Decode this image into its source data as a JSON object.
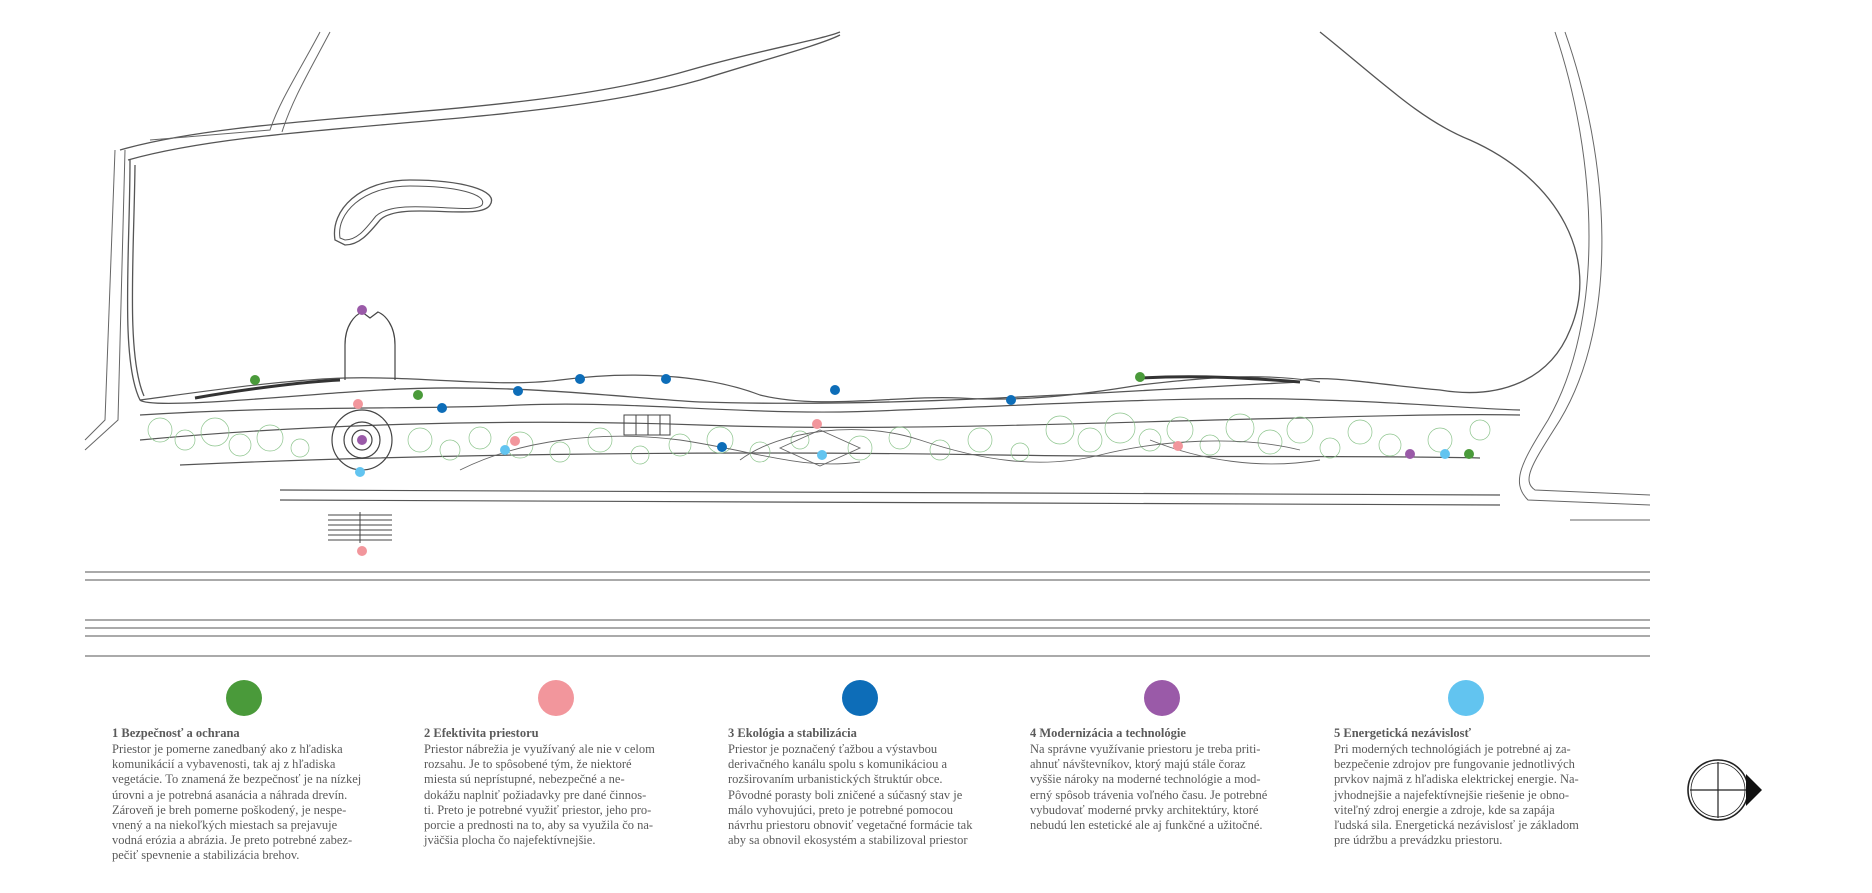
{
  "colors": {
    "green": "#4a9a3a",
    "pink": "#f2969c",
    "blue": "#0d6db8",
    "purple": "#9a5aa8",
    "cyan": "#62c4f0",
    "line": "#555555",
    "vegetation": "#8cc48c"
  },
  "legend": [
    {
      "color_key": "green",
      "title": "1 Bezpečnosť a ochrana",
      "text": "Priestor je pomerne zanedbaný ako z hľadiska\nkomunikácií a vybavenosti, tak aj z hľadiska\nvegetácie. To znamená že bezpečnosť je na nízkej\núrovni a je potrebná asanácia a náhrada drevín.\nZároveň je breh pomerne poškodený, je nespe-\nvnený a na niekoľkých miestach sa prejavuje\nvodná erózia a abrázia. Je preto potrebné zabez-\npečiť spevnenie a stabilizácia brehov."
    },
    {
      "color_key": "pink",
      "title": "2 Efektivita priestoru",
      "text": "Priestor nábrežia je využívaný ale nie v celom\nrozsahu. Je to spôsobené tým, že niektoré\nmiesta sú neprístupné, nebezpečné a ne-\ndokážu naplniť požiadavky pre dané činnos-\nti. Preto je potrebné využiť priestor, jeho pro-\nporcie a prednosti na to, aby sa využila čo na-\njväčšia plocha čo najefektívnejšie."
    },
    {
      "color_key": "blue",
      "title": "3 Ekológia a stabilizácia",
      "text": "Priestor je poznačený ťažbou a výstavbou\nderivačného kanálu spolu s komunikáciou a\nrozširovaním urbanistických štruktúr obce.\nPôvodné porasty boli zničené a súčasný stav je\nmálo vyhovujúci, preto je potrebné pomocou\nnávrhu priestoru obnoviť vegetačné formácie tak\naby sa obnovil ekosystém a stabilizoval priestor"
    },
    {
      "color_key": "purple",
      "title": "4 Modernizácia a technológie",
      "text": "Na správne využívanie priestoru je treba priti-\nahnuť návštevníkov, ktorý majú stále čoraz\nvyššie nároky na moderné technológie a mod-\nerný spôsob trávenia voľného času. Je potrebné\nvybudovať moderné prvky architektúry, ktoré\nnebudú len estetické ale aj funkčné a užitočné."
    },
    {
      "color_key": "cyan",
      "title": "5 Energetická nezávislosť",
      "text": "Pri moderných technológiách je potrebné aj za-\nbezpečenie zdrojov pre fungovanie jednotlivých\nprvkov najmä z hľadiska elektrickej energie. Na-\njvhodnejšie a najefektívnejšie riešenie je obno-\nviteľný zdroj energie a zdroje, kde sa zapája\nľudská sila. Energetická nezávislosť je základom\npre údržbu a prevádzku priestoru."
    }
  ],
  "markers": [
    {
      "color_key": "purple"
    },
    {
      "color_key": "green"
    },
    {
      "color_key": "pink"
    },
    {
      "color_key": "purple"
    },
    {
      "color_key": "cyan"
    },
    {
      "color_key": "pink"
    },
    {
      "color_key": "green"
    },
    {
      "color_key": "blue"
    },
    {
      "color_key": "blue"
    },
    {
      "color_key": "cyan"
    },
    {
      "color_key": "pink"
    },
    {
      "color_key": "blue"
    },
    {
      "color_key": "blue"
    },
    {
      "color_key": "blue"
    },
    {
      "color_key": "pink"
    },
    {
      "color_key": "cyan"
    },
    {
      "color_key": "blue"
    },
    {
      "color_key": "blue"
    },
    {
      "color_key": "green"
    },
    {
      "color_key": "pink"
    },
    {
      "color_key": "purple"
    },
    {
      "color_key": "cyan"
    },
    {
      "color_key": "green"
    }
  ],
  "icons": {
    "north_arrow": "north-arrow-icon"
  }
}
